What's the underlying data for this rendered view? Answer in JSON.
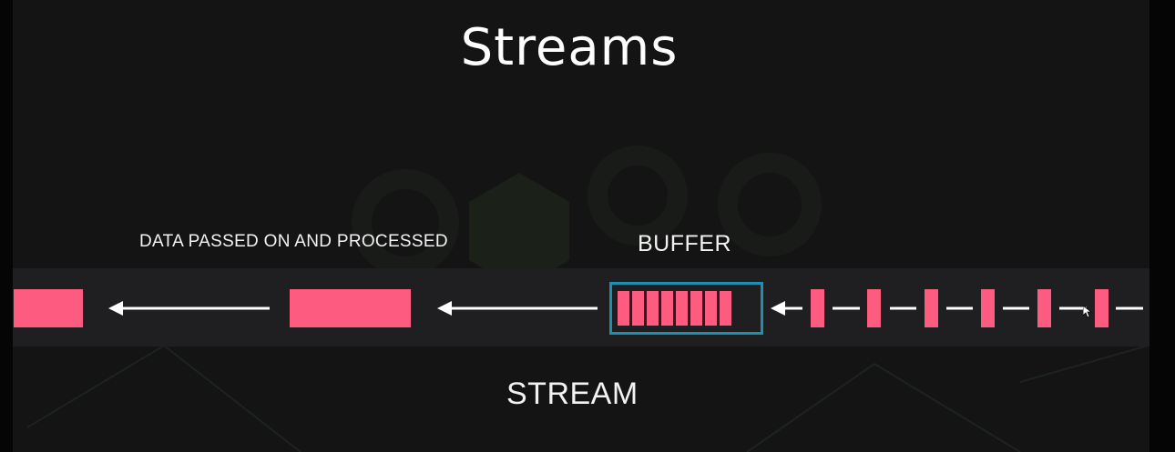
{
  "slide": {
    "title": "Streams",
    "processed_label": "DATA PASSED ON AND PROCESSED",
    "buffer_label": "BUFFER",
    "stream_label": "STREAM"
  },
  "colors": {
    "background": "#141414",
    "band": "#1f1f21",
    "data_chunk": "#fd5b7f",
    "buffer_border": "#1e8fae",
    "arrow": "#ffffff"
  },
  "diagram": {
    "buffer_cells": 8,
    "incoming_chunks": 6,
    "processed_chunks": 2
  }
}
